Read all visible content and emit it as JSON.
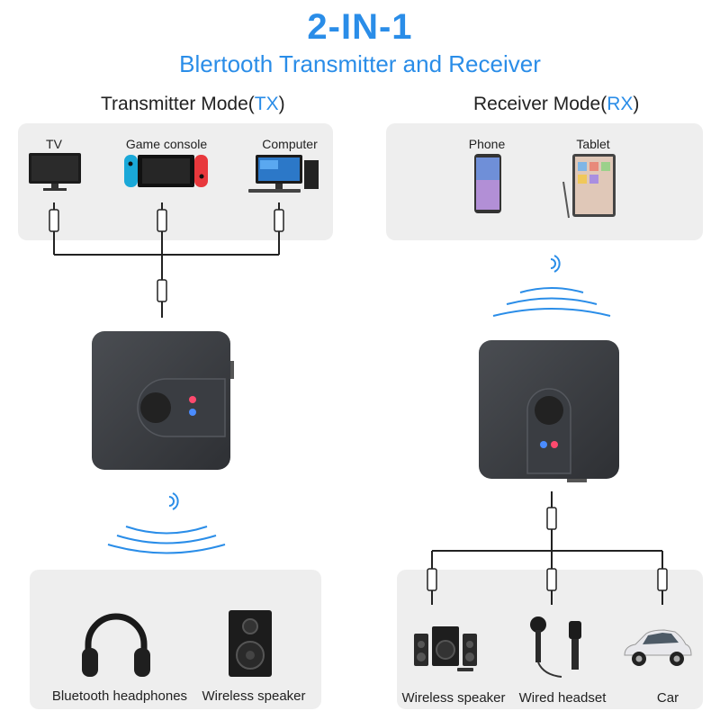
{
  "header": {
    "title": "2-IN-1",
    "subtitle": "Blertooth Transmitter and Receiver"
  },
  "tx": {
    "mode_prefix": "Transmitter Mode(",
    "mode_code": "TX",
    "mode_suffix": ")",
    "sources": [
      {
        "label": "TV",
        "icon": "tv-icon"
      },
      {
        "label": "Game console",
        "icon": "game-console-icon"
      },
      {
        "label": "Computer",
        "icon": "computer-icon"
      }
    ],
    "outputs": [
      {
        "label": "Bluetooth headphones",
        "icon": "headphones-icon"
      },
      {
        "label": "Wireless speaker",
        "icon": "speaker-icon"
      }
    ]
  },
  "rx": {
    "mode_prefix": "Receiver Mode(",
    "mode_code": "RX",
    "mode_suffix": ")",
    "sources": [
      {
        "label": "Phone",
        "icon": "phone-icon"
      },
      {
        "label": "Tablet",
        "icon": "tablet-icon"
      }
    ],
    "outputs": [
      {
        "label": "Wireless speaker",
        "icon": "speaker-system-icon"
      },
      {
        "label": "Wired headset",
        "icon": "earphones-icon"
      },
      {
        "label": "Car",
        "icon": "car-icon"
      }
    ]
  },
  "colors": {
    "accent": "#2a8de8",
    "panel": "#eeeeee",
    "device": "#3c3f44"
  }
}
